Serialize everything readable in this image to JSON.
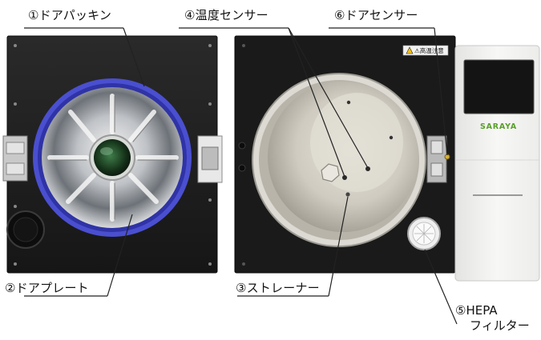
{
  "labels": {
    "door_packing": "①ドアパッキン",
    "temp_sensor": "④温度センサー",
    "door_sensor": "⑥ドアセンサー",
    "door_plate": "②ドアプレート",
    "strainer": "③ストレーナー",
    "hepa_line1": "⑤HEPA",
    "hepa_line2": "フィルター"
  },
  "device": {
    "brand": "SARAYA",
    "warning_sticker": "⚠高温注意"
  },
  "colors": {
    "door_panel": "#1e1e1e",
    "gasket_ring": "#4a4fd0",
    "chamber_body": "#1a1a1a",
    "chamber_interior": "#d6d2c8",
    "brand_green": "#5aa02c",
    "side_panel": "#f2f2f0",
    "leader_line": "#222222"
  },
  "icons": [
    "warning-icon",
    "hepa-filter-icon",
    "hinge-icon",
    "drain-cover-icon"
  ]
}
